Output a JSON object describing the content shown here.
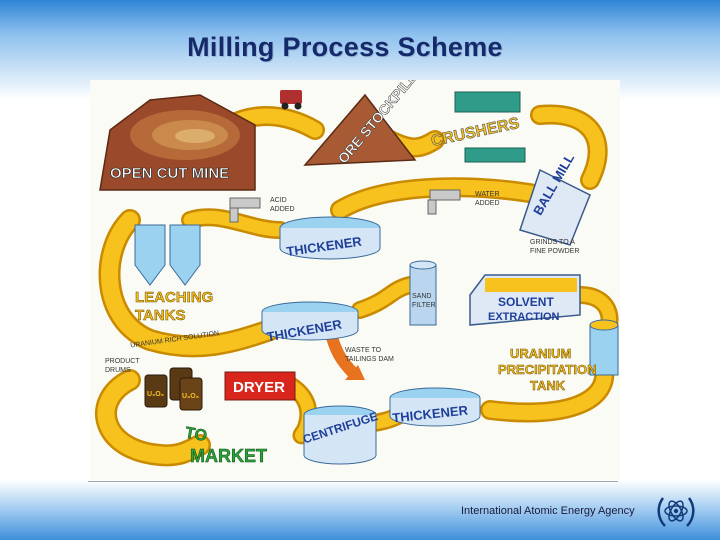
{
  "slide": {
    "title": "Milling Process Scheme",
    "footer": "International Atomic Energy Agency"
  },
  "diagram": {
    "stages": {
      "open_cut_mine": "OPEN CUT MINE",
      "ore_stockpile": "ORE STOCKPILE",
      "crushers": "CRUSHERS",
      "ball_mill": "BALL MILL",
      "thickener_1": "THICKENER",
      "leaching_tanks_line1": "LEACHING",
      "leaching_tanks_line2": "TANKS",
      "thickener_2": "THICKENER",
      "sand_filter_line1": "SAND",
      "sand_filter_line2": "FILTER",
      "solvent_extraction_line1": "SOLVENT",
      "solvent_extraction_line2": "EXTRACTION",
      "uranium_precipitation_line1": "URANIUM",
      "uranium_precipitation_line2": "PRECIPITATION",
      "uranium_precipitation_line3": "TANK",
      "thickener_3": "THICKENER",
      "centrifuge": "CENTRIFUGE",
      "dryer": "DRYER",
      "to_market_line1": "TO",
      "to_market_line2": "MARKET"
    },
    "notes": {
      "acid_added_line1": "ACID",
      "acid_added_line2": "ADDED",
      "water_added_line1": "WATER",
      "water_added_line2": "ADDED",
      "grinds_line1": "GRINDS TO A",
      "grinds_line2": "FINE POWDER",
      "uranium_rich_solution": "URANIUM RICH SOLUTION",
      "waste_line1": "WASTE TO",
      "waste_line2": "TAILINGS DAM",
      "product_drums_line1": "PRODUCT",
      "product_drums_line2": "DRUMS",
      "drum_label": "U₃O₈"
    },
    "colors": {
      "flow_arrow": "#f7c11e",
      "flow_arrow_edge": "#c98a00",
      "stage_text_red": "#d8261c",
      "stage_text_blue": "#1f3f9a",
      "water": "#8fd0f0",
      "earth": "#9a4a2a"
    }
  }
}
